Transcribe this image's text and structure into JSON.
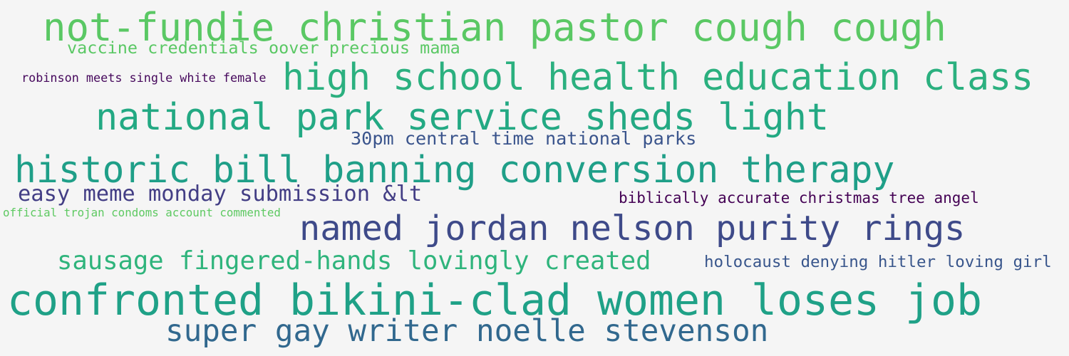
{
  "cloud": {
    "phrases": [
      {
        "text": "not-fundie christian pastor cough cough",
        "color": "#5ac864"
      },
      {
        "text": "vaccine credentials oover precious mama",
        "color": "#5ac864"
      },
      {
        "text": "robinson meets single white female",
        "color": "#46085c"
      },
      {
        "text": "high school health education class",
        "color": "#2bb07f"
      },
      {
        "text": "national park service sheds light",
        "color": "#23a983"
      },
      {
        "text": "30pm central time national parks",
        "color": "#3a548c"
      },
      {
        "text": "historic bill banning conversion therapy",
        "color": "#1f9f88"
      },
      {
        "text": "easy meme monday submission &lt",
        "color": "#433e85"
      },
      {
        "text": "biblically accurate christmas tree angel",
        "color": "#440154"
      },
      {
        "text": "official trojan condoms account commented",
        "color": "#5ec962"
      },
      {
        "text": "named jordan nelson purity rings",
        "color": "#3e4a89"
      },
      {
        "text": "sausage fingered-hands lovingly created",
        "color": "#2fb47c"
      },
      {
        "text": "holocaust denying hitler loving girl",
        "color": "#39568c"
      },
      {
        "text": "confronted bikini-clad women loses job",
        "color": "#1fa187"
      },
      {
        "text": "super gay writer noelle stevenson",
        "color": "#31688e"
      }
    ]
  }
}
